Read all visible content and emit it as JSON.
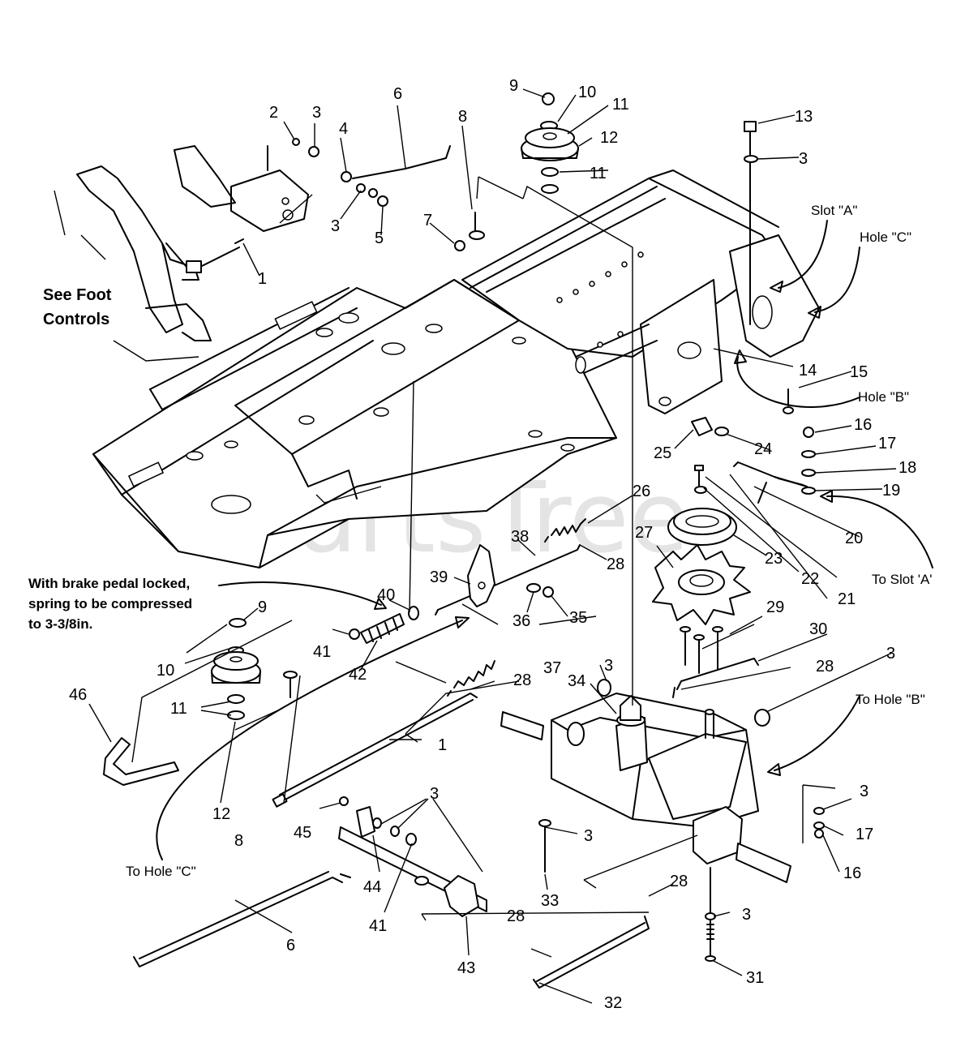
{
  "watermark": "PartsTree",
  "notes": {
    "see_foot_1": "See Foot",
    "see_foot_2": "Controls",
    "brake_1": "With brake pedal locked,",
    "brake_2": "spring to be compressed",
    "brake_3": "to 3-3/8in.",
    "slot_a": "Slot \"A\"",
    "hole_c": "Hole \"C\"",
    "hole_b": "Hole \"B\"",
    "to_slot_a": "To Slot 'A'",
    "to_hole_b": "To Hole \"B\"",
    "to_hole_c": "To Hole \"C\""
  },
  "labels": {
    "l_1a": "1",
    "l_1b": "1",
    "l_2": "2",
    "l_3a": "3",
    "l_3b": "3",
    "l_3c": "3",
    "l_3d": "3",
    "l_3e": "3",
    "l_3f": "3",
    "l_3g": "3",
    "l_3h": "3",
    "l_3i": "3",
    "l_4": "4",
    "l_5": "5",
    "l_6a": "6",
    "l_6b": "6",
    "l_7": "7",
    "l_8a": "8",
    "l_8b": "8",
    "l_9a": "9",
    "l_9b": "9",
    "l_10a": "10",
    "l_10b": "10",
    "l_11a": "11",
    "l_11b": "11",
    "l_11c": "11",
    "l_12a": "12",
    "l_12b": "12",
    "l_13": "13",
    "l_14": "14",
    "l_15": "15",
    "l_16a": "16",
    "l_16b": "16",
    "l_17a": "17",
    "l_17b": "17",
    "l_18": "18",
    "l_19": "19",
    "l_20": "20",
    "l_21": "21",
    "l_22": "22",
    "l_23": "23",
    "l_24": "24",
    "l_25": "25",
    "l_26": "26",
    "l_27": "27",
    "l_28a": "28",
    "l_28b": "28",
    "l_28c": "28",
    "l_28d": "28",
    "l_28e": "28",
    "l_29": "29",
    "l_30": "30",
    "l_31": "31",
    "l_32": "32",
    "l_33": "33",
    "l_34": "34",
    "l_35": "35",
    "l_36": "36",
    "l_37": "37",
    "l_38": "38",
    "l_39": "39",
    "l_40": "40",
    "l_41a": "41",
    "l_41b": "41",
    "l_42": "42",
    "l_43": "43",
    "l_44": "44",
    "l_45": "45",
    "l_46": "46"
  }
}
